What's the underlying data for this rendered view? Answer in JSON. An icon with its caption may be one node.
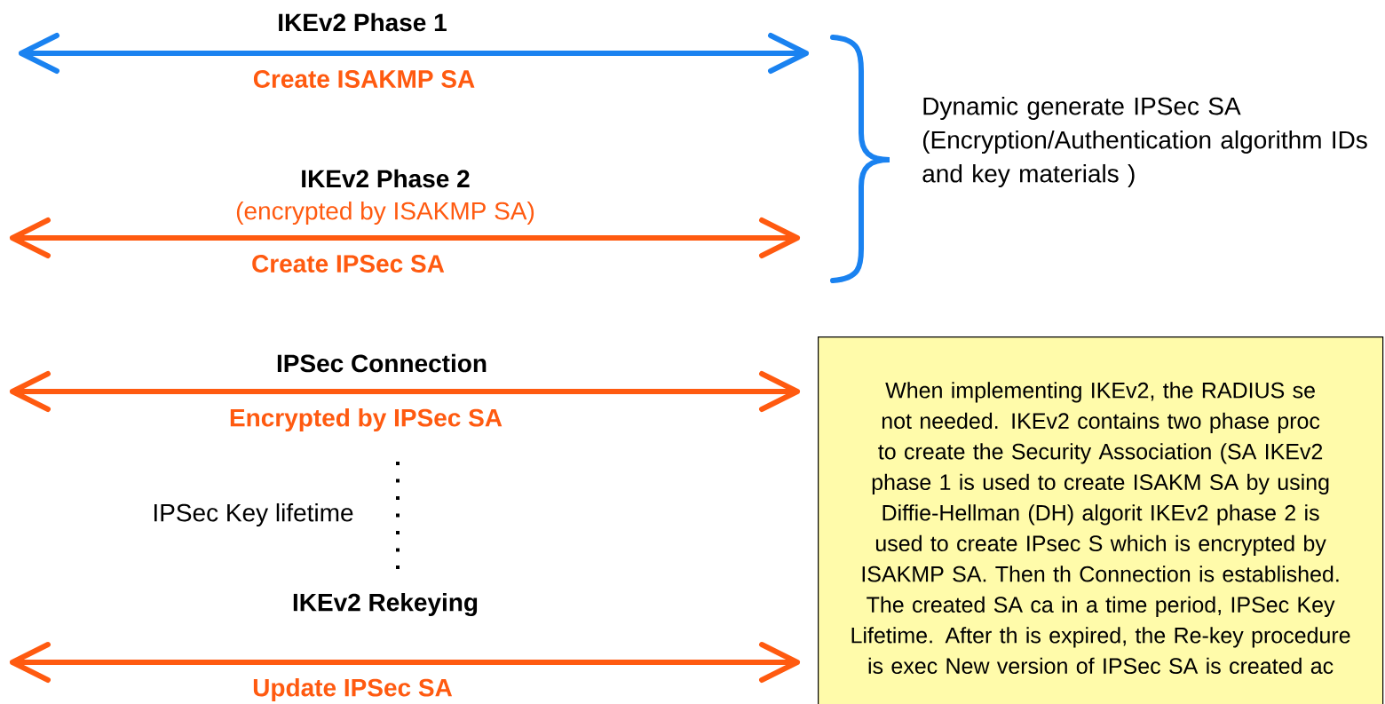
{
  "diagram": {
    "nodes": [
      {
        "text": [
          "When implementing IKEv2, the RADIUS se not needed. IKEv2 contains two phase proc to create the Security Association (SA IKEv2 phase 1 is used to create ISAKM SA by using Diffie-Hellman (DH) algorit IKEv2 phase 2 is used to create IPsec S which is encrypted by ISAKMP SA. Then th Connection is established. The created SA ca in a time period, IPSec Key Lifetime. After th is expired, the Re-key procedure is exec New version of IPSec SA is created ac"
        ]
      }
    ],
    "labels": [
      "IKEv2 Phase 1",
      "Create ISAKMP SA",
      "Dynamic generate IPSec SA (Encryption/Authentication algorithm IDs and key materials )",
      "IKEv2 Phase 2",
      "(encrypted by ISAKMP SA)",
      "Create IPSec SA",
      "IPSec Connection",
      "Encrypted by IPSec SA",
      "IPSec Key lifetime",
      "IKEv2 Rekeying",
      "Update IPSec SA"
    ]
  }
}
